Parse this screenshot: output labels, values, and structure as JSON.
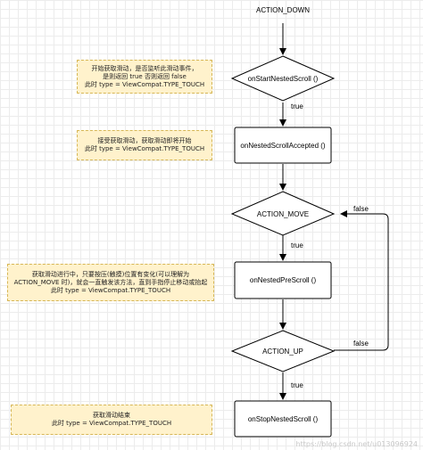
{
  "nodes": {
    "start": "ACTION_DOWN",
    "decision_start_nested": "onStartNestedScroll ()",
    "accepted": "onNestedScrollAccepted ()",
    "decision_move": "ACTION_MOVE",
    "pre_scroll": "onNestedPreScroll ()",
    "decision_up": "ACTION_UP",
    "stop": "onStopNestedScroll ()"
  },
  "edge_labels": {
    "start_true": "true",
    "move_true": "true",
    "up_true": "true",
    "move_false": "false",
    "up_false": "false"
  },
  "notes": {
    "note1": [
      "开始获取滑动，是否监听此滑动事件，",
      "是则返回 true 否则返回 false",
      "此时 type = ViewCompat.TYPE_TOUCH"
    ],
    "note2": [
      "接受获取滑动，获取滑动即将开始",
      "此时 type = ViewCompat.TYPE_TOUCH"
    ],
    "note3": [
      "获取滑动进行中，只要按压(触摸)位置有变化(可以理解为",
      "ACTION_MOVE 时)，就会一直触发该方法，直到手指停止移动或抬起",
      "此时 type = ViewCompat.TYPE_TOUCH"
    ],
    "note4": [
      "获取滑动结束",
      "此时 type = ViewCompat.TYPE_TOUCH"
    ]
  },
  "watermark": "https://blog.csdn.net/u013096924",
  "colors": {
    "note_fill": "#fff2cc",
    "note_border": "#d6b656",
    "line": "#000000",
    "shape_fill": "#ffffff"
  }
}
